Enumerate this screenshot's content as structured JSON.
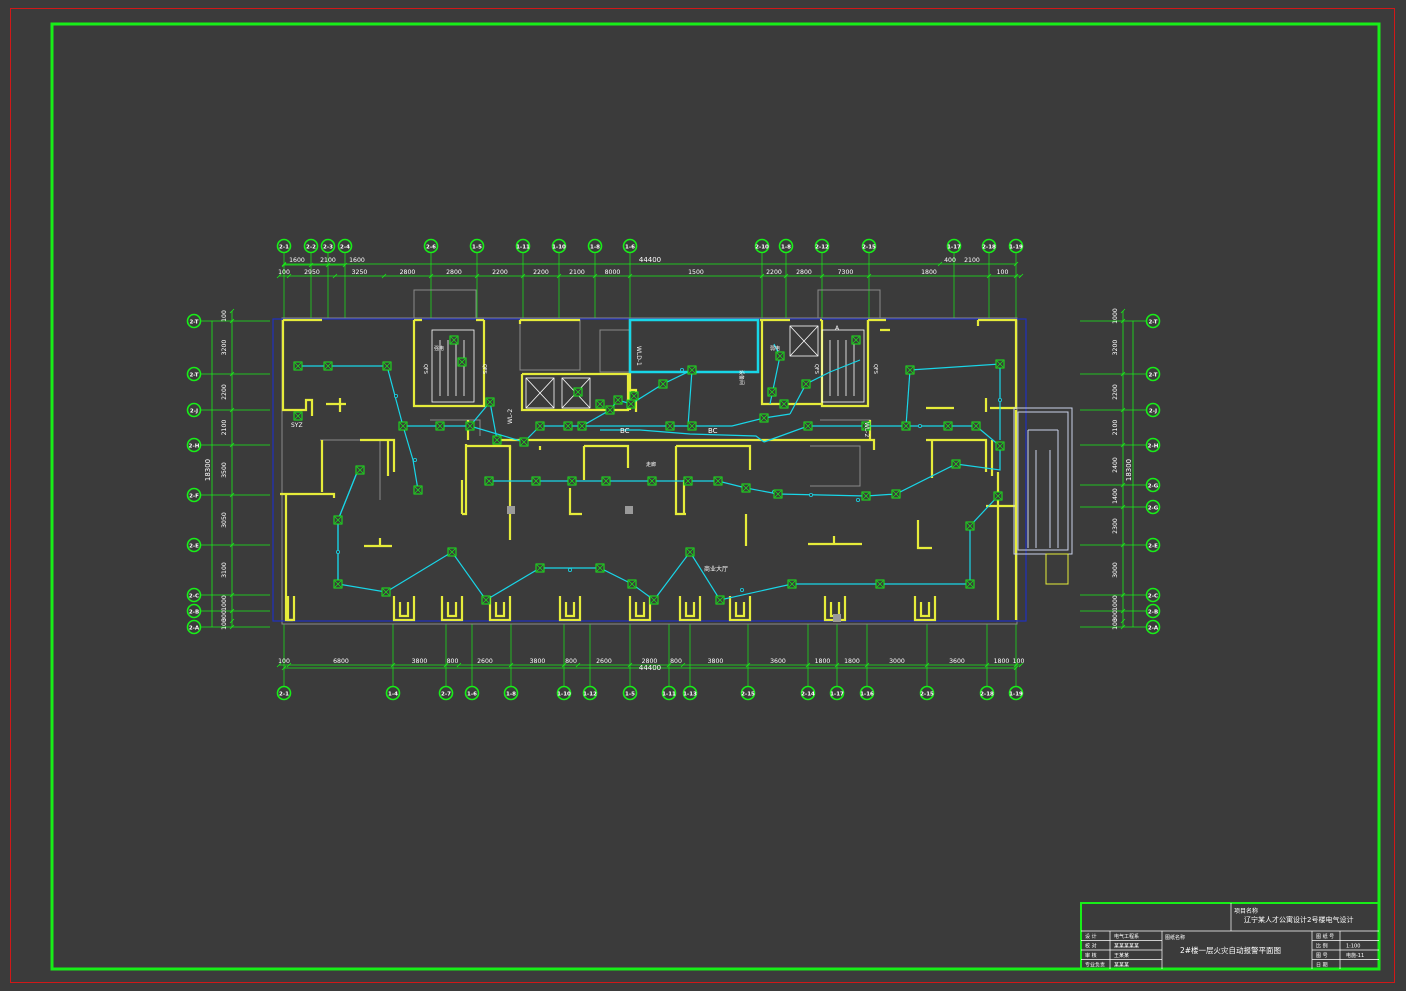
{
  "colors": {
    "background": "#3b3b3b",
    "outer_border": "#d01818",
    "frame": "#18ee18",
    "grid": "#18ee18",
    "wall": "#e6ec3a",
    "wiring": "#18d6e8",
    "device": "#18ee18",
    "faint": "#8a8a8a",
    "text": "#ffffff"
  },
  "dims": {
    "top_total": "44400",
    "bottom_total": "44400",
    "left_total": "18300",
    "right_total": "18300",
    "top_row1": [
      "1600",
      "2100",
      "1600",
      "400",
      "2100"
    ],
    "top_row2": [
      "100",
      "2950",
      "3250",
      "2800",
      "2800",
      "2200",
      "2200",
      "2100",
      "8000",
      "1500",
      "2200",
      "2800",
      "7300",
      "1800",
      "100"
    ],
    "bottom_row": [
      "100",
      "6800",
      "3800",
      "800",
      "2600",
      "3800",
      "800",
      "2600",
      "2800",
      "800",
      "3800",
      "3600",
      "1800",
      "1800",
      "3000",
      "3600",
      "1800",
      "100"
    ],
    "left_col": [
      "100",
      "3200",
      "2200",
      "2100",
      "3500",
      "3050",
      "3100",
      "1000",
      "300",
      "100"
    ],
    "right_col": [
      "1000",
      "3200",
      "2200",
      "2100",
      "2400",
      "1400",
      "2300",
      "3000",
      "1000",
      "300",
      "100"
    ]
  },
  "axes": {
    "top": [
      "2-1",
      "2-2",
      "2-3",
      "2-4",
      "2-6",
      "1-5",
      "1-11",
      "1-10",
      "1-8",
      "1-6",
      "2-10",
      "1-8",
      "2-12",
      "2-15",
      "1-17",
      "2-18",
      "1-19"
    ],
    "bottom": [
      "2-1",
      "1-4",
      "2-7",
      "1-6",
      "1-8",
      "1-10",
      "1-12",
      "1-5",
      "1-11",
      "1-13",
      "2-15",
      "2-14",
      "1-17",
      "1-16",
      "2-15",
      "2-18",
      "1-19"
    ],
    "left": [
      "2-T",
      "2-T",
      "2-J",
      "2-H",
      "2-F",
      "2-E",
      "2-C",
      "2-B",
      "2-A"
    ],
    "right": [
      "2-T",
      "2-T",
      "2-J",
      "2-H",
      "2-G",
      "2-G",
      "2-E",
      "2-C",
      "2-B",
      "2-A"
    ]
  },
  "labels": {
    "riser_1": "WLD-1",
    "riser_2": "WL-2",
    "riser_3": "WL-2",
    "bus_1": "BC",
    "bus_2": "BC",
    "room_syz": "SYZ",
    "room_1": "强电",
    "room_2": "弱电",
    "room_a": "A",
    "room_gz": "设备间",
    "corridor": "走廊",
    "hall": "商业大厅",
    "stair_1": "QFS",
    "stair_2": "QFS",
    "stair_3": "QFS",
    "stair_4": "QFS"
  },
  "title_block": {
    "project_label": "项目名称",
    "project_name": "辽宁某人才公寓设计2号楼电气设计",
    "drawing_label": "图纸名称",
    "drawing_title": "2#楼一层火灾自动报警平面图",
    "roles": [
      "设 计",
      "校 对",
      "审 核",
      "专业负责"
    ],
    "names": [
      "电气工程系",
      "某某某某某",
      "王某某",
      "某某某"
    ],
    "right_labels": [
      "图 纸 号",
      "比 例",
      "图 号",
      "日 期"
    ],
    "right_values": [
      "",
      "1:100",
      "电施-11",
      ""
    ]
  }
}
